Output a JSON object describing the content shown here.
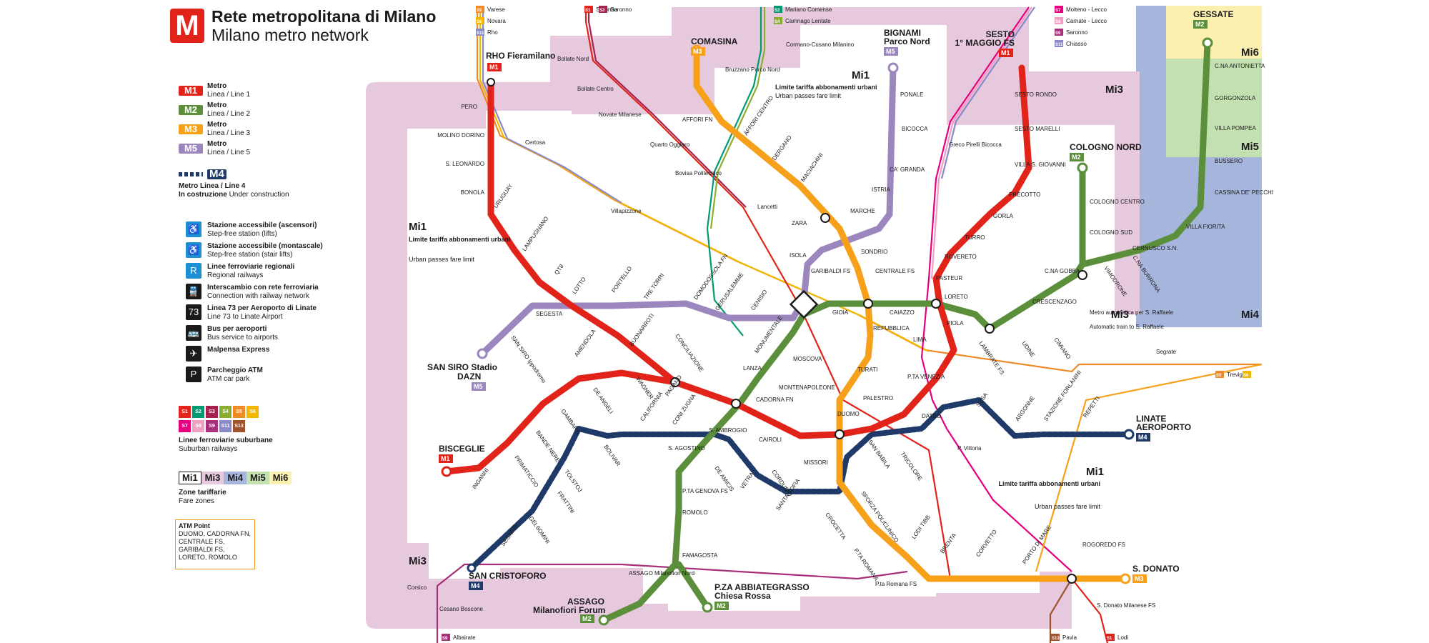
{
  "header": {
    "logo_letter": "M",
    "title_it": "Rete metropolitana di Milano",
    "title_en": "Milano metro network"
  },
  "legend": {
    "lines": [
      {
        "code": "M1",
        "color": "#e2231a",
        "l1": "Metro",
        "l2": "Linea / Line 1"
      },
      {
        "code": "M2",
        "color": "#5b8f3b",
        "l1": "Metro",
        "l2": "Linea / Line 2"
      },
      {
        "code": "M3",
        "color": "#f7a11a",
        "l1": "Metro",
        "l2": "Linea / Line 3"
      },
      {
        "code": "M5",
        "color": "#9b87be",
        "l1": "Metro",
        "l2": "Linea / Line 5"
      }
    ],
    "m4": {
      "code": "M4",
      "color": "#1f3a68",
      "l1": "Metro Linea / Line 4",
      "l2_bold": "In costruzione",
      "l2": "Under construction"
    },
    "icons": [
      {
        "icon": "accessible-lift-icon",
        "it": "Stazione accessibile (ascensori)",
        "en": "Step-free station (lifts)",
        "glyph": "♿",
        "style": "blue"
      },
      {
        "icon": "accessible-stairlift-icon",
        "it": "Stazione accessibile (montascale)",
        "en": "Step-free station (stair lifts)",
        "glyph": "♿",
        "style": "blue"
      },
      {
        "icon": "regional-railway-icon",
        "it": "Linee ferroviarie regionali",
        "en": "Regional railways",
        "glyph": "R",
        "style": "blue"
      },
      {
        "icon": "train-interchange-icon",
        "it": "Interscambio con rete ferroviaria",
        "en": "Connection with railway network",
        "glyph": "🚆",
        "style": "dark"
      },
      {
        "icon": "bus-73-airport-icon",
        "it": "Linea 73 per Aeroporto di Linate",
        "en": "Line 73 to Linate Airport",
        "glyph": "73✈",
        "style": "dark"
      },
      {
        "icon": "airport-bus-icon",
        "it": "Bus per aeroporti",
        "en": "Bus service to airports",
        "glyph": "🚌",
        "style": "dark"
      },
      {
        "icon": "malpensa-express-icon",
        "it": "Malpensa Express",
        "en": "",
        "glyph": "✈",
        "style": "dark"
      },
      {
        "icon": "parking-icon",
        "it": "Parcheggio ATM",
        "en": "ATM car park",
        "glyph": "P",
        "style": "dark"
      }
    ],
    "suburban": {
      "row1": [
        {
          "code": "S1",
          "color": "#e2231a"
        },
        {
          "code": "S2",
          "color": "#009a73"
        },
        {
          "code": "S3",
          "color": "#a6224e"
        },
        {
          "code": "S4",
          "color": "#8cae2f"
        },
        {
          "code": "S5",
          "color": "#f08a24"
        },
        {
          "code": "S6",
          "color": "#f2b800"
        }
      ],
      "row2": [
        {
          "code": "S7",
          "color": "#e6007e"
        },
        {
          "code": "S8",
          "color": "#f29fc5"
        },
        {
          "code": "S9",
          "color": "#a8307b"
        },
        {
          "code": "S11",
          "color": "#8a8ac8"
        },
        {
          "code": "S13",
          "color": "#a0522d"
        }
      ],
      "it": "Linee ferroviarie suburbane",
      "en": "Suburban railways"
    },
    "zones": {
      "items": [
        {
          "code": "Mi1",
          "bg": "#ffffff",
          "border": "#1a1a1a"
        },
        {
          "code": "Mi3",
          "bg": "#e7c9de",
          "border": "#e7c9de"
        },
        {
          "code": "Mi4",
          "bg": "#a6b5dc",
          "border": "#a6b5dc"
        },
        {
          "code": "Mi5",
          "bg": "#c3e0b0",
          "border": "#c3e0b0"
        },
        {
          "code": "Mi6",
          "bg": "#fbf0b0",
          "border": "#fbf0b0"
        }
      ],
      "it": "Zone tariffarie",
      "en": "Fare zones"
    },
    "atm_point": {
      "title": "ATM Point",
      "text": "DUOMO, CADORNA FN, CENTRALE FS, GARIBALDI FS, LORETO, ROMOLO"
    }
  },
  "map": {
    "colors": {
      "m1": "#e2231a",
      "m2": "#5b8f3b",
      "m3": "#f7a11a",
      "m4": "#1f3a68",
      "m5": "#9b87be",
      "rail": "#9aa9c8",
      "mi1": "#ffffff",
      "mi3": "#e7c9de",
      "mi4": "#a6b5dc",
      "mi5": "#c3e0b0",
      "mi6": "#fbf0b0"
    },
    "zone_labels": {
      "mi1_center": "Mi1",
      "mi1_left": "Mi1",
      "mi1_right": "Mi1",
      "mi3_tr": "Mi3",
      "mi3_r": "Mi3",
      "mi3_bl": "Mi3",
      "mi4": "Mi4",
      "mi5": "Mi5",
      "mi6": "Mi6",
      "fare_limit_it": "Limite tariffa abbonamenti urbani",
      "fare_limit_en": "Urban passes fare limit"
    },
    "termini": {
      "rho": "RHO Fieramilano",
      "comasina": "COMASINA",
      "bignami_1": "BIGNAMI",
      "bignami_2": "Parco Nord",
      "sesto_1": "SESTO",
      "sesto_2": "1° MAGGIO FS",
      "cologno": "COLOGNO NORD",
      "gessate": "GESSATE",
      "sansiro_1": "SAN SIRO Stadio",
      "sansiro_2": "DAZN",
      "bisceglie": "BISCEGLIE",
      "sancristoforo": "SAN CRISTOFORO",
      "assago_1": "ASSAGO",
      "assago_2": "Milanofiori Forum",
      "abbiategrasso_1": "P.ZA ABBIATEGRASSO",
      "abbiategrasso_2": "Chiesa Rossa",
      "sdonato": "S. DONATO",
      "linate_1": "LINATE",
      "linate_2": "AEROPORTO"
    },
    "stations": {
      "pero": "PERO",
      "molino": "MOLINO DORINO",
      "sleonardo": "S. LEONARDO",
      "bonola": "BONOLA",
      "uruguay": "URUGUAY",
      "lampugnano": "LAMPUGNANO",
      "qt8": "QT8",
      "lotto": "LOTTO",
      "amendola": "AMENDOLA",
      "buonarroti": "BUONARROTI",
      "pagano": "PAGANO",
      "conciliazione": "CONCILIAZIONE",
      "cadorna": "CADORNA FN",
      "cairoli": "CAIROLI",
      "cordusio": "CORDUSIO",
      "duomo": "DUOMO",
      "sbabila": "SAN BABILA",
      "palestro": "PALESTRO",
      "porta_venezia": "P.TA VENEZIA",
      "lima": "LIMA",
      "loreto": "LORETO",
      "pasteur": "PASTEUR",
      "rovereto": "ROVERETO",
      "turro": "TURRO",
      "gorla": "GORLA",
      "precotto": "PRECOTTO",
      "villa_sg": "VILLA S. GIOVANNI",
      "sesto_marelli": "SESTO MARELLI",
      "sesto_rondo": "SESTO RONDO",
      "wagner": "WAGNER",
      "deangeli": "DE ANGELI",
      "gambara": "GAMBARA",
      "bandenere": "BANDE NERE",
      "primaticcio": "PRIMATICCIO",
      "inganni": "INGANNI",
      "assago_nord": "ASSAGO Milanofiori Nord",
      "famagosta": "FAMAGOSTA",
      "romolo": "ROMOLO",
      "genova": "P.TA GENOVA FS",
      "sagostino": "S. AGOSTINO",
      "sambrogio": "S. AMBROGIO",
      "lanza": "LANZA",
      "moscova": "MOSCOVA",
      "garibaldi": "GARIBALDI FS",
      "gioia": "GIOIA",
      "centrale": "CENTRALE FS",
      "caiazzo": "CAIAZZO",
      "piola": "PIOLA",
      "lambrate": "LAMBRATE FS",
      "udine": "UDINE",
      "cimiano": "CIMIANO",
      "crescenzago": "CRESCENZAGO",
      "cascina_gobba": "C.NA GOBBA",
      "vimodrone": "VIMODRONE",
      "cascina_burrona": "C.NA BURRONA",
      "cernusco": "CERNUSCO S.N.",
      "villa_fiorita": "VILLA FIORITA",
      "cassina": "CASSINA DE' PECCHI",
      "bussero": "BUSSERO",
      "villa_pompea": "VILLA POMPEA",
      "gorgonzola": "GORGONZOLA",
      "cascina_antonietta": "C.NA ANTONIETTA",
      "cologno_centro": "COLOGNO CENTRO",
      "cologno_sud": "COLOGNO SUD",
      "affori_fn": "AFFORI FN",
      "affori_centro": "AFFORI CENTRO",
      "dergano": "DERGANO",
      "maciachini": "MACIACHINI",
      "zara": "ZARA",
      "sondrio": "SONDRIO",
      "repubblica": "REPUBBLICA",
      "turati": "TURATI",
      "montenapoleone": "MONTENAPOLEONE",
      "missori": "MISSORI",
      "crocetta": "CROCETTA",
      "porta_romana": "P.TA ROMANA",
      "lodi": "LODI TIBB",
      "brenta": "BRENTA",
      "corvetto": "CORVETTO",
      "porto_mare": "PORTO DI MARE",
      "rogoredo": "ROGOREDO FS",
      "ponale": "PONALE",
      "bicocca": "BICOCCA",
      "ca_granda": "CA' GRANDA",
      "istria": "ISTRIA",
      "marche": "MARCHE",
      "isola": "ISOLA",
      "monumentale": "MONUMENTALE",
      "cenisio": "CENISIO",
      "gerusalemme": "GERUSALEMME",
      "domodossola": "DOMODOSSOLA FN",
      "tre_torri": "TRE TORRI",
      "portello": "PORTELLO",
      "segesta": "SEGESTA",
      "san_siro_ippodromo": "SAN SIRO Ippodromo",
      "tolstoj": "TOLSTOJ",
      "frattini": "FRATTINI",
      "gelsomini": "GELSOMINI",
      "segneri": "SEGNERI",
      "bolivar": "BOLIVAR",
      "california": "CALIFORNIA",
      "coni_zugna": "CONI ZUGNA",
      "de_amicis": "DE AMICIS",
      "vetra": "VETRA",
      "santa_sofia": "SANTA SOFIA",
      "sforza": "SFORZA POLICLINICO",
      "tricolore": "TRICOLORE",
      "dateo": "DATEO",
      "susa": "SUSA",
      "argonne": "ARGONNE",
      "forlanini": "STAZIONE FORLANINI",
      "repetti": "REPETTI",
      "p_vittoria": "P. Vittoria",
      "quarto_oggiaro": "Quarto Oggiaro",
      "bovisa": "Bovisa Politecnico",
      "villapizzone": "Villapizzone",
      "lancetti": "Lancetti",
      "certosa": "Certosa",
      "bollate_nord": "Bollate Nord",
      "bollate_centro": "Bollate Centro",
      "novate": "Novate Milanese",
      "bruzzano": "Bruzzano Parco Nord",
      "cormano": "Cormano-Cusano Milanino",
      "greco": "Greco Pirelli Bicocca",
      "segrate": "Segrate",
      "corsico": "Corsico",
      "cesano": "Cesano Boscone",
      "pta_romana_fs": "P.ta Romana FS",
      "sdonato_fs": "S. Donato Milanese FS",
      "san_raffaele_it": "Metro automatica per S. Raffaele",
      "san_raffaele_en": "Automatic train to S. Raffaele"
    },
    "edge_destinations": [
      {
        "code": "S5",
        "name": "Varese"
      },
      {
        "code": "S6",
        "name": "Novara"
      },
      {
        "code": "S11",
        "name": "Rho"
      },
      {
        "code": "S1",
        "name": "Saronno"
      },
      {
        "code": "S3",
        "name": "Saronno"
      },
      {
        "code": "S2",
        "name": "Mariano Comense"
      },
      {
        "code": "S4",
        "name": "Camnago Lentate"
      },
      {
        "code": "S7",
        "name": "Molteno - Lecco"
      },
      {
        "code": "S8",
        "name": "Carnate - Lecco"
      },
      {
        "code": "S9",
        "name": "Saronno"
      },
      {
        "code": "S11",
        "name": "Chiasso"
      },
      {
        "code": "S5",
        "name": "Treviglio"
      },
      {
        "code": "S6",
        "name": ""
      },
      {
        "code": "S9",
        "name": "Albairate"
      },
      {
        "code": "S13",
        "name": "Pavia"
      },
      {
        "code": "S1",
        "name": "Lodi"
      }
    ],
    "hub_badge": "M"
  }
}
